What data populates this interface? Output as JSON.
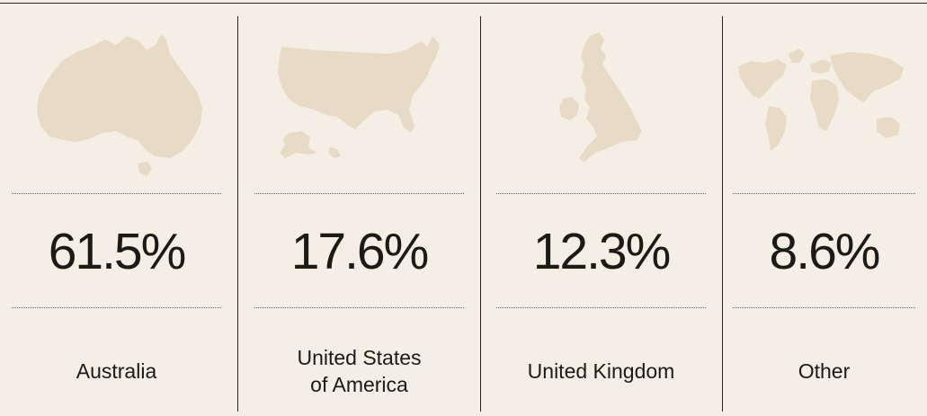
{
  "colors": {
    "background": "#f4eee4",
    "map_fill": "#e7dbc6",
    "text": "#1c1a17",
    "rule": "#2a2723"
  },
  "stats": [
    {
      "percent": "61.5%",
      "label": "Australia",
      "icon": "australia-map-icon"
    },
    {
      "percent": "17.6%",
      "label_lines": [
        "United States",
        "of America"
      ],
      "icon": "usa-map-icon"
    },
    {
      "percent": "12.3%",
      "label": "United Kingdom",
      "icon": "uk-map-icon"
    },
    {
      "percent": "8.6%",
      "label": "Other",
      "icon": "world-map-icon"
    }
  ]
}
